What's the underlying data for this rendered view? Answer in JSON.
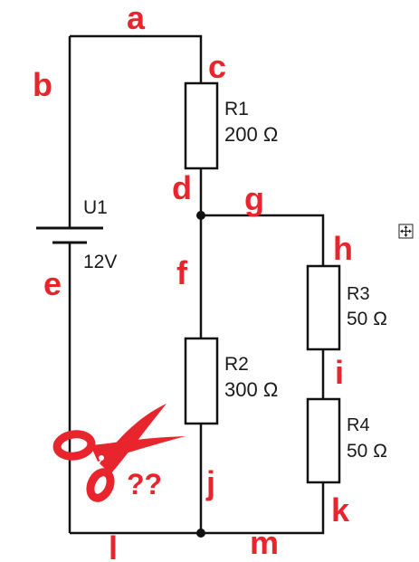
{
  "colors": {
    "wire": "#111111",
    "label": "#e8252d",
    "component_text": "#1a1a1a",
    "scissors": "#e8252d"
  },
  "nodes": [
    "a",
    "b",
    "c",
    "d",
    "e",
    "f",
    "g",
    "h",
    "i",
    "j",
    "k",
    "l",
    "m"
  ],
  "source": {
    "name": "U1",
    "value": "12V"
  },
  "resistors": [
    {
      "name": "R1",
      "value": "200 Ω"
    },
    {
      "name": "R2",
      "value": "300 Ω"
    },
    {
      "name": "R3",
      "value": "50 Ω"
    },
    {
      "name": "R4",
      "value": "50 Ω"
    }
  ],
  "cut_mark": {
    "icon": "scissors-icon",
    "text": "??"
  },
  "move_handle": {
    "icon": "move-handle-icon"
  }
}
